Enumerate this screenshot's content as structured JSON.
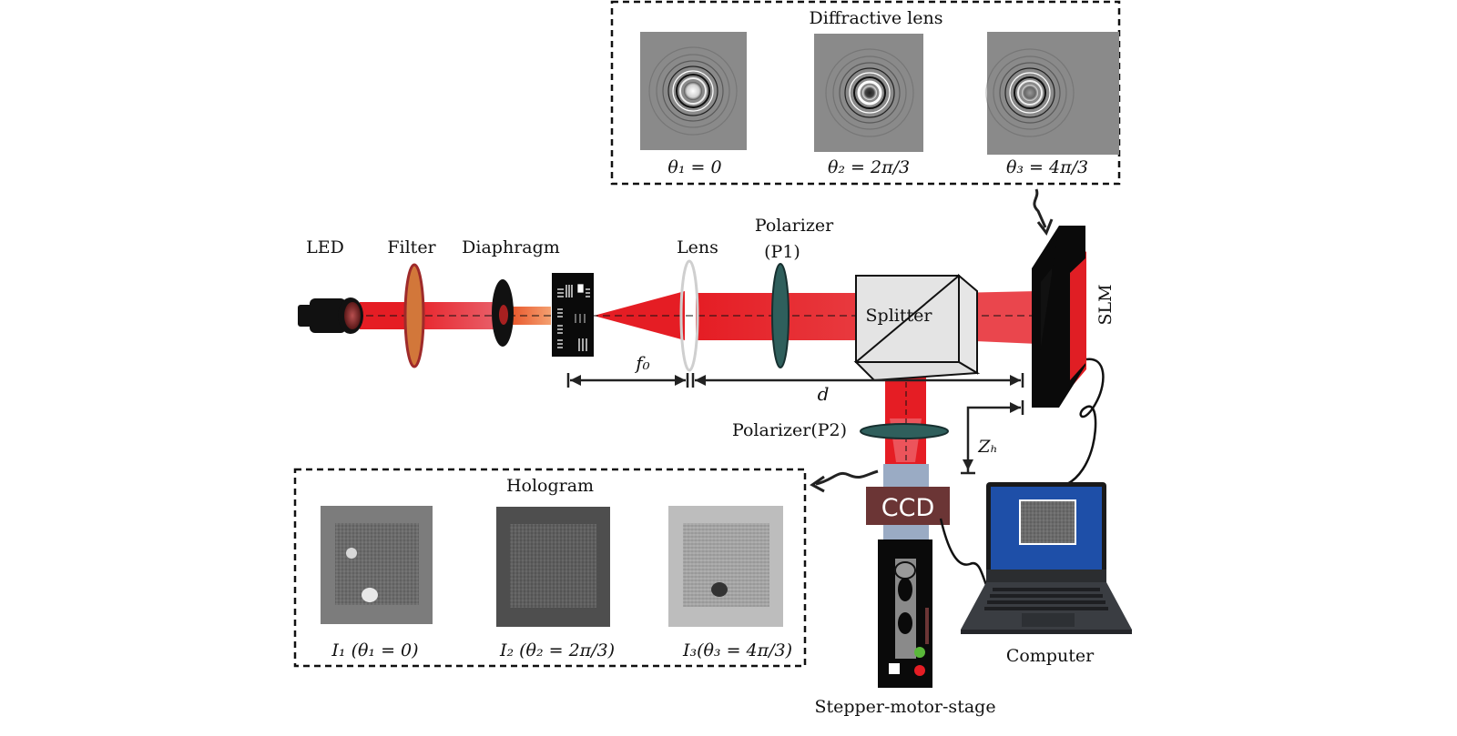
{
  "diffractive_panel": {
    "title": "Diffractive lens",
    "items": [
      {
        "label": "θ₁ = 0",
        "center": "bright"
      },
      {
        "label": "θ₂ = 2π/3",
        "center": "dark"
      },
      {
        "label": "θ₃ = 4π/3",
        "center": "mid"
      }
    ]
  },
  "hologram_panel": {
    "title": "Hologram",
    "items": [
      {
        "label": "I₁ (θ₁ = 0)",
        "tone": "mid"
      },
      {
        "label": "I₂ (θ₂ = 2π/3)",
        "tone": "dark"
      },
      {
        "label": "I₃(θ₃ = 4π/3)",
        "tone": "light"
      }
    ]
  },
  "components": {
    "led": "LED",
    "filter": "Filter",
    "diaphragm": "Diaphragm",
    "lens": "Lens",
    "polarizer1_line1": "Polarizer",
    "polarizer1_line2": "(P1)",
    "splitter": "Splitter",
    "slm": "SLM",
    "polarizer2": "Polarizer(P2)",
    "ccd": "CCD",
    "computer": "Computer",
    "stage": "Stepper-motor-stage"
  },
  "dimensions": {
    "f0": "f₀",
    "d": "d",
    "zh": "Zₕ"
  },
  "colors": {
    "beam": "#e8232a",
    "filter": "#d2773a",
    "filter_edge": "#9e2a2a",
    "polarizer": "#2f5f5c",
    "ccd": "#6b3535",
    "ccd_mount": "#9aabc4",
    "screen": "#1e4fa8",
    "laptop": "#3a3d42"
  }
}
